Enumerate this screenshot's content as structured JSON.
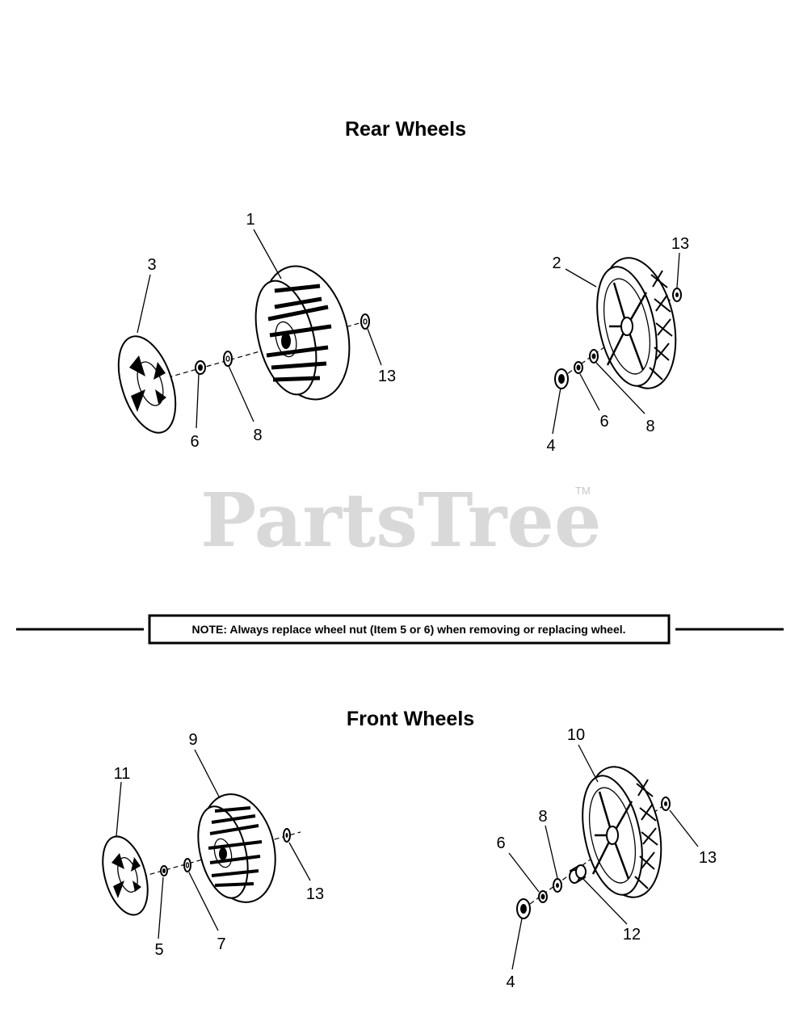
{
  "rear": {
    "title": "Rear Wheels",
    "left_callouts": [
      "1",
      "3",
      "6",
      "8",
      "13"
    ],
    "right_callouts": [
      "2",
      "13",
      "4",
      "6",
      "8"
    ]
  },
  "front": {
    "title": "Front Wheels",
    "left_callouts": [
      "9",
      "11",
      "5",
      "7",
      "13"
    ],
    "right_callouts": [
      "10",
      "8",
      "6",
      "13",
      "12",
      "4"
    ]
  },
  "note": "NOTE: Always replace wheel nut (Item 5 or 6) when removing or replacing wheel.",
  "watermark": {
    "text": "PartsTree",
    "mark": "TM"
  },
  "colors": {
    "line": "#000000",
    "watermark": "#d9d9d9",
    "background": "#ffffff"
  }
}
